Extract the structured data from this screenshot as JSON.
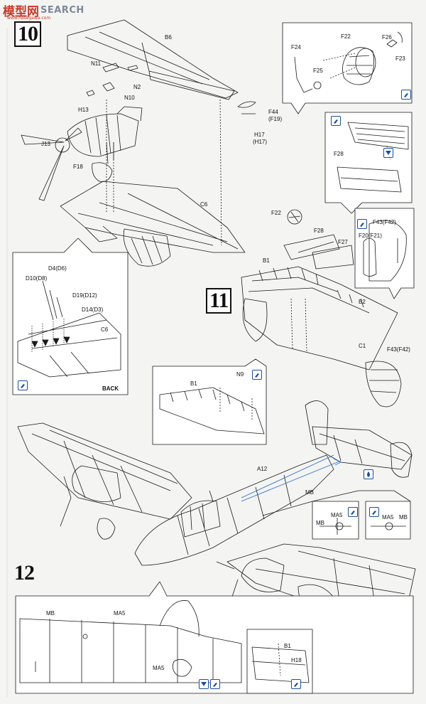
{
  "watermark": {
    "cn": "模型网",
    "en": "SEARCH",
    "sub": "www.hasegawa.com"
  },
  "steps": {
    "s10": "10",
    "s11": "11",
    "s12": "12"
  },
  "labels": {
    "step10": {
      "b6": "B6",
      "n11": "N11",
      "n2": "N2",
      "n10": "N10",
      "h13": "H13",
      "j13": "J13",
      "f18": "F18",
      "c6": "C6",
      "f44": "F44",
      "f19": "(F19)",
      "h17": "H17",
      "h17b": "(H17)"
    },
    "inset10": {
      "d4": "D4(D6)",
      "d10": "D10(D8)",
      "d19": "D19(D12)",
      "d14": "D14(D3)",
      "c6": "C6",
      "back": "BACK"
    },
    "engine": {
      "f24": "F24",
      "f22": "F22",
      "f26": "F26",
      "f23": "F23",
      "f25": "F25"
    },
    "radiator": {
      "f28": "F28"
    },
    "step11": {
      "f22": "F22",
      "f28": "F28",
      "f27": "F27",
      "b1": "B1",
      "b2": "B2",
      "c1": "C1",
      "f43": "F43(F42)"
    },
    "rudder": {
      "f43": "F43(F42)",
      "f20": "F20(F21)"
    },
    "aileron": {
      "b1": "B1",
      "n9": "N9"
    },
    "step12": {
      "a12": "A12",
      "mb": "MB",
      "ma5a": "MA5",
      "mb_a": "MB",
      "ma5b": "MA5",
      "mb_b": "MB"
    },
    "inset12": {
      "mb": "MB",
      "ma5": "MA5",
      "ma5b": "MA5"
    },
    "inset12b": {
      "b1": "B1",
      "h18": "H18"
    }
  },
  "colors": {
    "ink": "#1a1a1a",
    "paint_blue": "#1c4f9c",
    "guide_blue": "#2c6fd0",
    "brand_red": "#c83a2c"
  }
}
